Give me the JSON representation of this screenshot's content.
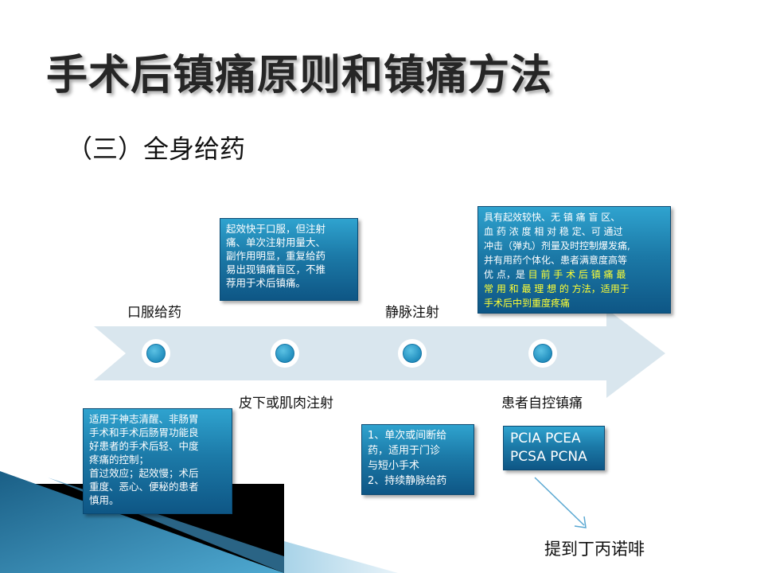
{
  "title": "手术后镇痛原则和镇痛方法",
  "subtitle": "（三）全身给药",
  "stages": [
    {
      "label": "口服给药"
    },
    {
      "label": "皮下或肌肉注射"
    },
    {
      "label": "静脉注射"
    },
    {
      "label": "患者自控镇痛"
    }
  ],
  "boxes": {
    "oral": {
      "lines": [
        "适用于神志清醒、非肠胃",
        "手术和手术后肠胃功能良",
        "好患者的手术后轻、中度",
        "疼痛的控制；",
        "首过效应；起效慢；术后",
        "重度、恶心、便秘的患者",
        "慎用。"
      ]
    },
    "injection": {
      "lines": [
        "起效快于口服，但注射",
        "痛、单次注射用量大、",
        "副作用明显，重复给药",
        "易出现镇痛盲区，不推",
        "荐用于术后镇痛。"
      ]
    },
    "iv": {
      "lines": [
        "1、单次或间断给",
        "药，适用于门诊",
        "与短小手术",
        "2、持续静脉给药"
      ]
    },
    "pca": {
      "line1": "具有起效较快、无 镇 痛 盲 区、",
      "line2": "血 药 浓 度 相 对 稳 定、可 通过",
      "line3": "冲击（弹丸）剂量及时控制爆发痛,",
      "line4": "并有用药个体化、患者满意度高等",
      "line5_a": "优 点，是 ",
      "line5_b": "目 前 手 术 后 镇 痛 最",
      "line6": "常 用 和 最 理 想 的 方法，适用于",
      "line7": "手术后中到重度疼痛"
    }
  },
  "pca_types": {
    "line1": "PCIA PCEA",
    "line2": "PCSA PCNA"
  },
  "bottom_note": "提到丁丙诺啡",
  "colors": {
    "arrow": "#d9e6ee",
    "box_top": "#2fa3cf",
    "box_bottom": "#0e5685",
    "highlight": "#ffff33",
    "title": "#262626"
  }
}
